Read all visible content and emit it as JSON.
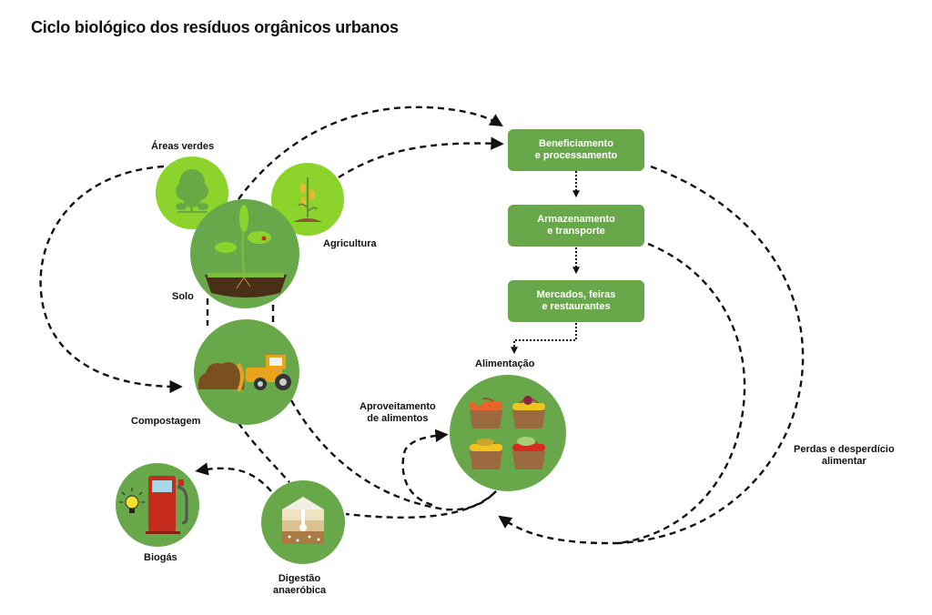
{
  "title": "Ciclo biológico dos resíduos orgânicos urbanos",
  "colors": {
    "node_green": "#69a84a",
    "node_light_green": "#8cd42b",
    "box_green": "#69a84a",
    "box_text": "#ffffff",
    "arrow": "#111111"
  },
  "nodes": {
    "areas_verdes": {
      "label": "Áreas verdes",
      "icon": "tree-icon"
    },
    "agricultura": {
      "label": "Agricultura",
      "icon": "corn-plant-icon"
    },
    "solo": {
      "label": "Solo",
      "icon": "sprout-soil-icon"
    },
    "compostagem": {
      "label": "Compostagem",
      "icon": "bulldozer-compost-icon"
    },
    "biogas": {
      "label": "Biogás",
      "icon": "fuel-pump-lightbulb-icon"
    },
    "digestao": {
      "label": "Digestão\nanaeróbica",
      "label_line1": "Digestão",
      "label_line2": "anaeróbica",
      "icon": "digester-layers-icon"
    },
    "alimentacao": {
      "label": "Alimentação",
      "icon": "food-baskets-icon"
    }
  },
  "process_boxes": [
    {
      "label": "Beneficiamento\ne processamento"
    },
    {
      "label": "Armazenamento\ne transporte"
    },
    {
      "label": "Mercados, feiras\ne restaurantes"
    }
  ],
  "annotations": {
    "aproveitamento": {
      "line1": "Aproveitamento",
      "line2": "de alimentos"
    },
    "perdas": {
      "line1": "Perdas e desperdício",
      "line2": "alimentar"
    }
  }
}
